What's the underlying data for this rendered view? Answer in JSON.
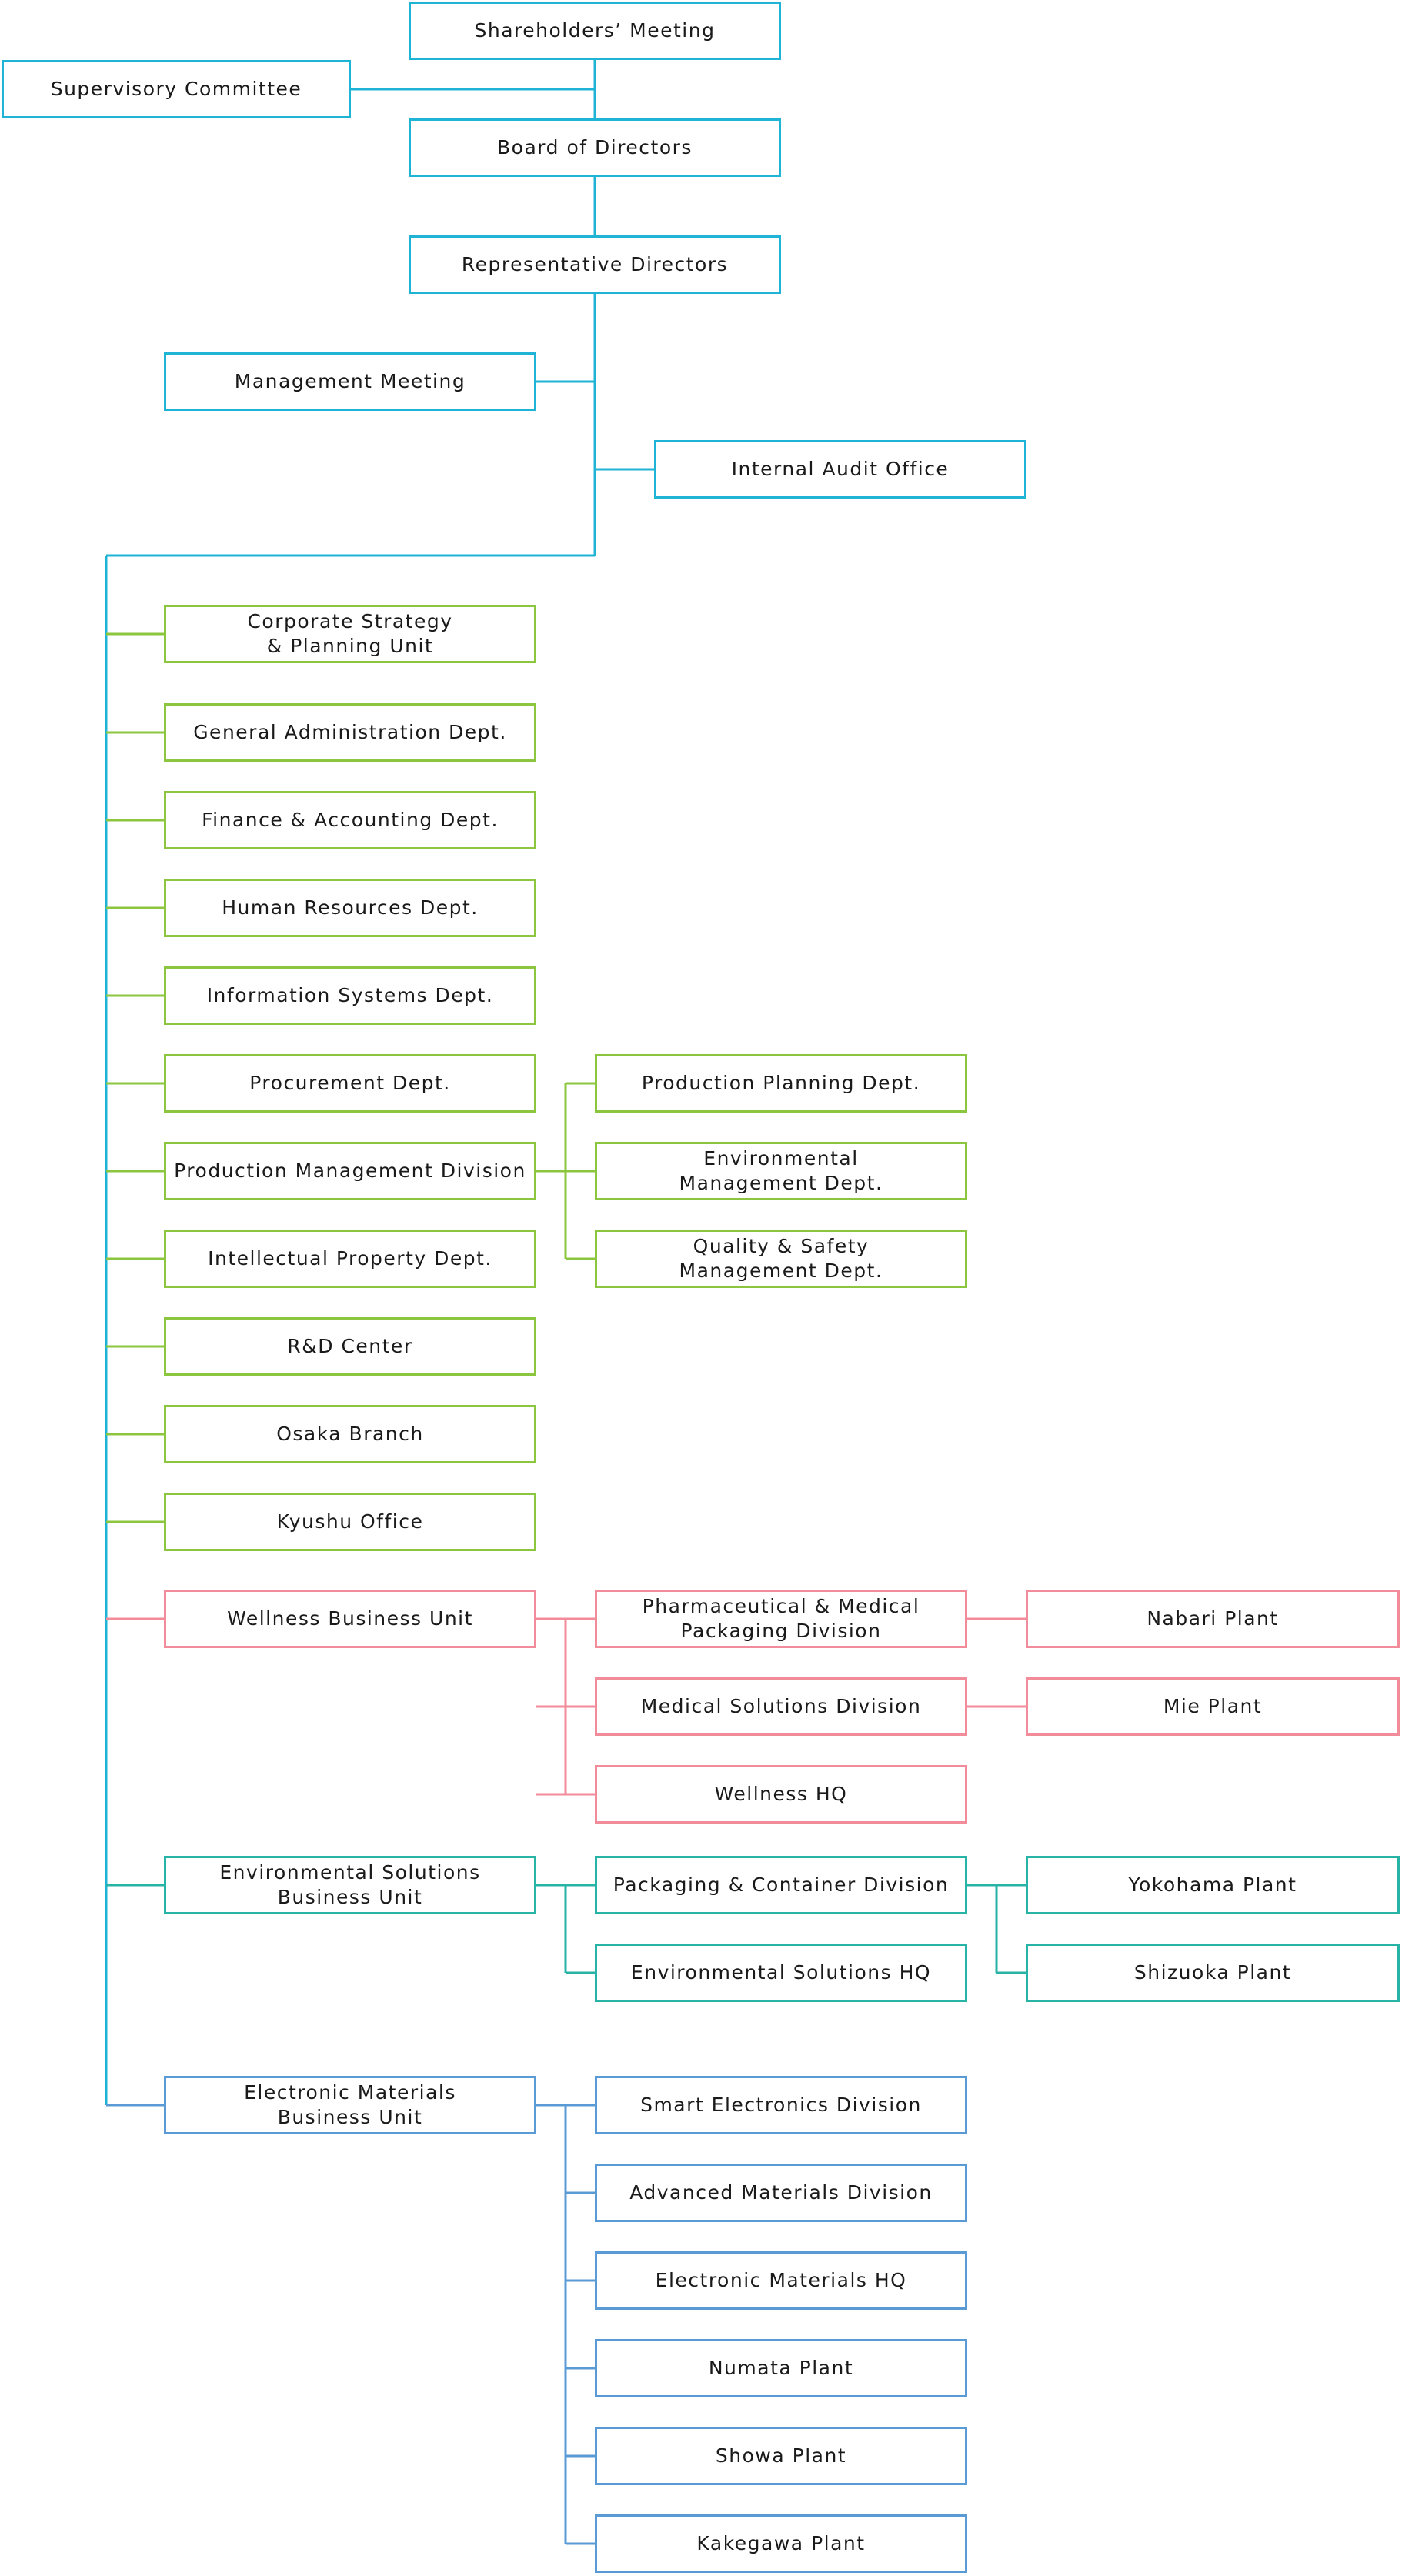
{
  "colors": {
    "governance": "#1fb3d6",
    "corporate": "#8cc63f",
    "wellness": "#f28b9a",
    "environmental": "#27b3a6",
    "electronic": "#5b9bd5"
  },
  "governance": {
    "shareholders": "Shareholders’ Meeting",
    "supervisory": "Supervisory Committee",
    "board": "Board of Directors",
    "representative": "Representative Directors",
    "management_meeting": "Management Meeting",
    "internal_audit": "Internal Audit Office"
  },
  "corporate": {
    "strategy": "Corporate Strategy\n& Planning Unit",
    "general_admin": "General Administration Dept.",
    "finance": "Finance & Accounting Dept.",
    "hr": "Human Resources Dept.",
    "info_systems": "Information Systems Dept.",
    "procurement": "Procurement Dept.",
    "production_mgmt": "Production Management Division",
    "ip": "Intellectual Property Dept.",
    "rd": "R&D Center",
    "osaka": "Osaka Branch",
    "kyushu": "Kyushu Office"
  },
  "production_mgmt_children": {
    "planning": "Production Planning Dept.",
    "environmental": "Environmental\nManagement Dept.",
    "quality": "Quality & Safety\nManagement Dept."
  },
  "wellness": {
    "unit": "Wellness Business Unit",
    "pharma": "Pharmaceutical & Medical\nPackaging Division",
    "medical": "Medical Solutions Division",
    "hq": "Wellness HQ",
    "nabari": "Nabari Plant",
    "mie": "Mie Plant"
  },
  "environmental": {
    "unit": "Environmental Solutions\nBusiness Unit",
    "packaging": "Packaging & Container Division",
    "hq": "Environmental Solutions HQ",
    "yokohama": "Yokohama Plant",
    "shizuoka": "Shizuoka Plant"
  },
  "electronic": {
    "unit": "Electronic Materials\nBusiness Unit",
    "smart": "Smart Electronics Division",
    "advanced": "Advanced Materials Division",
    "hq": "Electronic Materials HQ",
    "numata": "Numata Plant",
    "showa": "Showa Plant",
    "kakegawa": "Kakegawa Plant"
  }
}
